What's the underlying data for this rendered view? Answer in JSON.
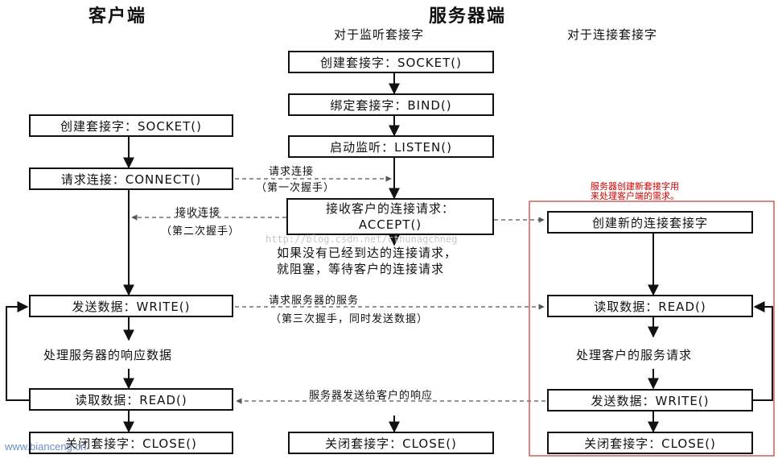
{
  "headers": {
    "client": "客户端",
    "server": "服务器端",
    "server_listen": "对于监听套接字",
    "server_conn": "对于连接套接字"
  },
  "client": {
    "socket": "创建套接字：SOCKET()",
    "connect": "请求连接：CONNECT()",
    "write": "发送数据：WRITE()",
    "process": "处理服务器的响应数据",
    "read": "读取数据：READ()",
    "close": "关闭套接字：CLOSE()"
  },
  "listen": {
    "socket": "创建套接字：SOCKET()",
    "bind": "绑定套接字：BIND()",
    "listen": "启动监听：LISTEN()",
    "accept_line1": "接收客户的连接请求：",
    "accept_line2": "ACCEPT()",
    "block_line1": "如果没有已经到达的连接请求，",
    "block_line2": "就阻塞，等待客户的连接请求",
    "close": "关闭套接字：CLOSE()"
  },
  "conn": {
    "create": "创建新的连接套接字",
    "read": "读取数据：READ()",
    "process": "处理客户的服务请求",
    "write": "发送数据：WRITE()",
    "close": "关闭套接字：CLOSE()"
  },
  "arrows": {
    "req_conn": "请求连接",
    "handshake1": "（第一次握手）",
    "recv_conn": "接收连接",
    "handshake2": "（第二次握手）",
    "req_service": "请求服务器的服务",
    "handshake3": "（第三次握手，同时发送数据）",
    "response": "服务器发送给客户的响应"
  },
  "note": {
    "line1": "服务器创建新套接字用",
    "line2": "来处理客户端的需求。"
  },
  "watermarks": {
    "csdn": "http://blog.csdn.net/cthunagchneg",
    "site": "www.bianceng.cn"
  }
}
